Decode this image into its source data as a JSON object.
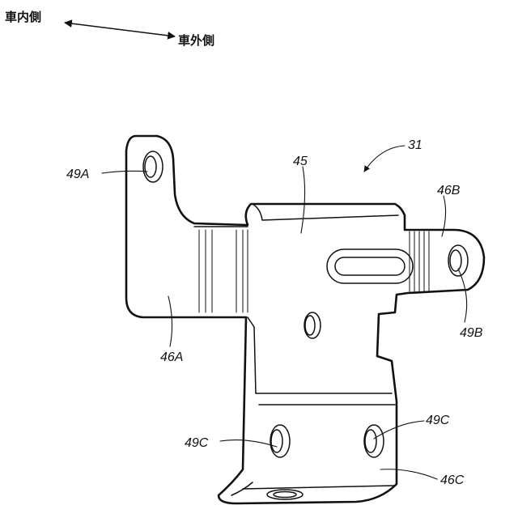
{
  "direction": {
    "inner_label": "車内側",
    "outer_label": "車外側"
  },
  "labels": {
    "assembly": "31",
    "plate": "45",
    "flange_left": "46A",
    "flange_right": "46B",
    "flange_bottom": "46C",
    "hole_left": "49A",
    "hole_right": "49B",
    "hole_bottom_left": "49C",
    "hole_bottom_right": "49C"
  }
}
